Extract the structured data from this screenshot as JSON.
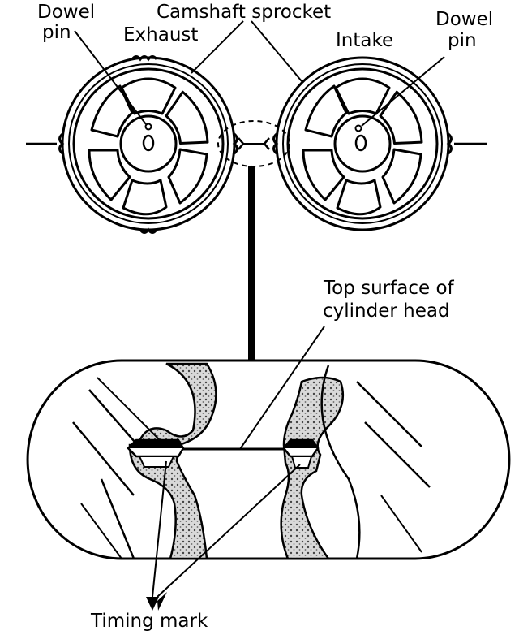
{
  "labels": {
    "dowel_pin_left_line1": "Dowel",
    "dowel_pin_left_line2": "pin",
    "camshaft_sprocket": "Camshaft sprocket",
    "exhaust": "Exhaust",
    "intake": "Intake",
    "dowel_pin_right_line1": "Dowel",
    "dowel_pin_right_line2": "pin",
    "top_surface_line1": "Top surface of",
    "top_surface_line2": "cylinder head",
    "timing_mark": "Timing mark"
  },
  "colors": {
    "ink": "#000000",
    "paper": "#ffffff",
    "stipple": "#9a9a9a"
  }
}
